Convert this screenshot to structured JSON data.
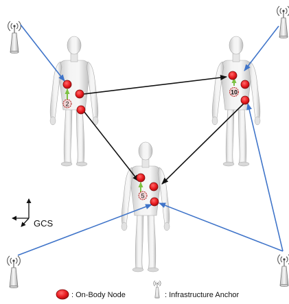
{
  "coordinate_system": {
    "label": "GCS"
  },
  "nodes": [
    {
      "person": "left",
      "number": "2",
      "marked": true
    },
    {
      "person": "right",
      "number": "10",
      "marked": true
    },
    {
      "person": "center",
      "number": "5",
      "marked": true
    }
  ],
  "legend": {
    "node_label": ": On-Body Node",
    "anchor_label": ": Infrastructure Anchor"
  },
  "colors": {
    "node_fill": "#e8191e",
    "node_stroke": "#7a0a0a",
    "anchor_link": "#3f74c9",
    "body_link": "#111111",
    "local_arrow": "#7cc142",
    "figure": "#eaeaea"
  },
  "icons": [
    "person-figure",
    "antenna-icon",
    "node-marker",
    "axis-arrows"
  ]
}
